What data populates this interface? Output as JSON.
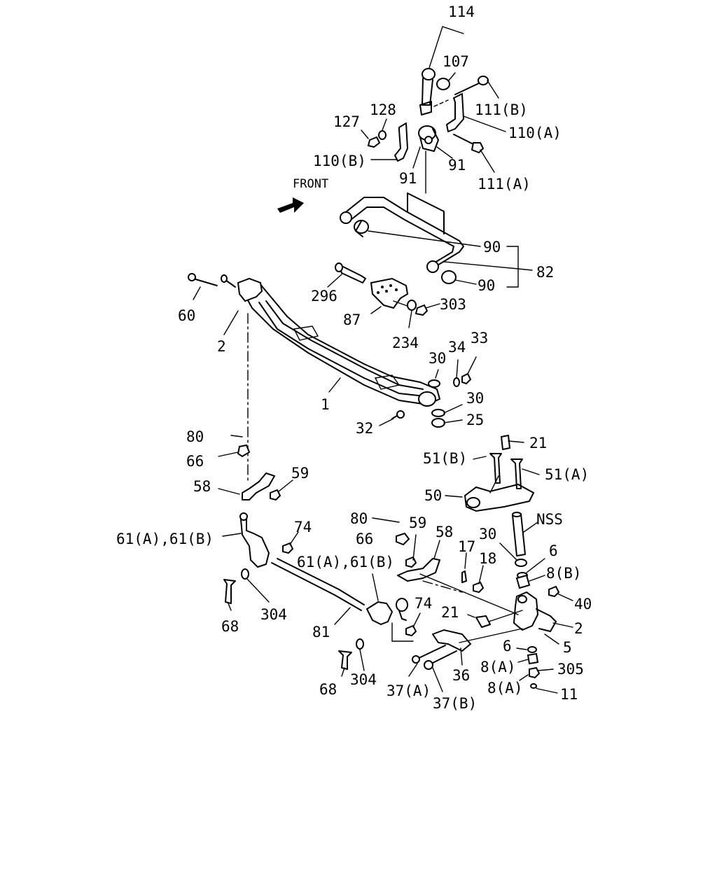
{
  "labels": {
    "l114": "114",
    "l107": "107",
    "l111b": "111(B)",
    "l128": "128",
    "l127": "127",
    "l110a": "110(A)",
    "l110b": "110(B)",
    "l91a": "91",
    "l91b": "91",
    "l111a": "111(A)",
    "front": "FRONT",
    "l90a": "90",
    "l90b": "90",
    "l82": "82",
    "l296": "296",
    "l303": "303",
    "l87": "87",
    "l234": "234",
    "l60": "60",
    "l2a": "2",
    "l30a": "30",
    "l34": "34",
    "l33": "33",
    "l1": "1",
    "l30b": "30",
    "l32": "32",
    "l25": "25",
    "l21a": "21",
    "l51b": "51(B)",
    "l51a": "51(A)",
    "l80a": "80",
    "l66a": "66",
    "l59a": "59",
    "l58a": "58",
    "l50": "50",
    "lnss": "NSS",
    "l80b": "80",
    "l59b": "59",
    "l74a": "74",
    "l61a": "61(A),61(B)",
    "l66b": "66",
    "l58b": "58",
    "l17": "17",
    "l30c": "30",
    "l6a": "6",
    "l61b": "61(A),61(B)",
    "l18": "18",
    "l8b": "8(B)",
    "l304a": "304",
    "l40": "40",
    "l74b": "74",
    "l21b": "21",
    "l2b": "2",
    "l68a": "68",
    "l81": "81",
    "l5": "5",
    "l6b": "6",
    "l8a1": "8(A)",
    "l305": "305",
    "l68b": "68",
    "l304b": "304",
    "l37a": "37(A)",
    "l36": "36",
    "l8a2": "8(A)",
    "l11": "11",
    "l37b": "37(B)"
  }
}
